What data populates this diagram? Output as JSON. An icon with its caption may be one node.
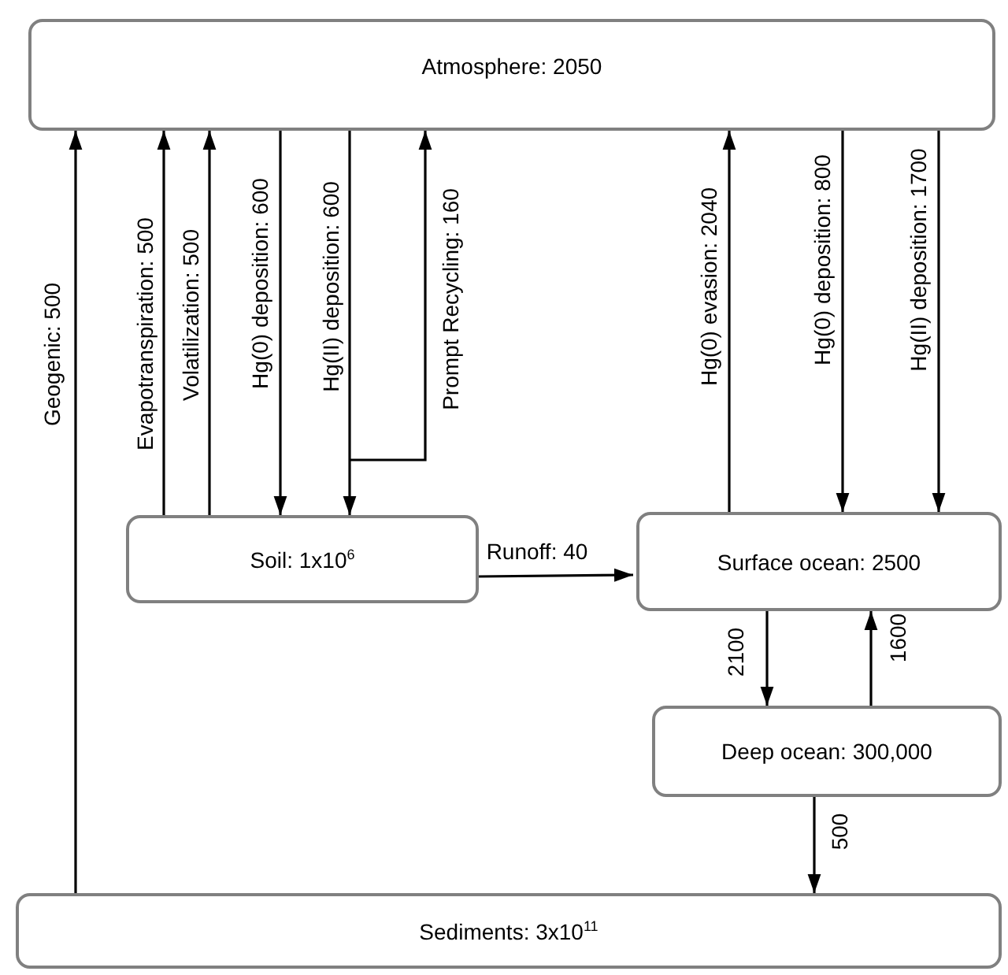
{
  "diagram": {
    "nodes": [
      {
        "text": [
          "Atmosphere: 2050"
        ]
      },
      {
        "text": [
          "Soil: 1x10$^{6}$"
        ]
      },
      {
        "text": [
          "Surface ocean: 2500"
        ]
      },
      {
        "text": [
          "Deep ocean: 300,000"
        ]
      },
      {
        "text": [
          "Sediments: 3x10$^{11}$"
        ]
      }
    ],
    "edges": [
      {
        "from": 4,
        "to": 0,
        "arrow": "to",
        "label": "Geogenic: 500"
      },
      {
        "from": 1,
        "to": 0,
        "arrow": "to",
        "label": "Evapotranspiration: 500"
      },
      {
        "from": 1,
        "to": 0,
        "arrow": "to",
        "label": "Volatilization: 500"
      },
      {
        "from": 0,
        "to": 1,
        "arrow": "to",
        "label": "Hg(0) deposition: 600"
      },
      {
        "from": 0,
        "to": 1,
        "arrow": "to",
        "label": "Hg(II) deposition: 600"
      },
      {
        "from": null,
        "to": 0,
        "arrow": "to",
        "label": "Prompt Recycling: 160"
      },
      {
        "from": 2,
        "to": 0,
        "arrow": "to",
        "label": "Hg(0) evasion: 2040"
      },
      {
        "from": 0,
        "to": 2,
        "arrow": "to",
        "label": "Hg(0) deposition: 800"
      },
      {
        "from": 0,
        "to": 2,
        "arrow": "to",
        "label": "Hg(II) deposition: 1700"
      },
      {
        "from": 1,
        "to": 2,
        "arrow": "to",
        "label": "Runoff: 40"
      },
      {
        "from": 2,
        "to": 3,
        "arrow": "to",
        "label": "2100"
      },
      {
        "from": 3,
        "to": 2,
        "arrow": "to",
        "label": "1600"
      },
      {
        "from": 3,
        "to": 4,
        "arrow": "to",
        "label": "500"
      }
    ]
  }
}
